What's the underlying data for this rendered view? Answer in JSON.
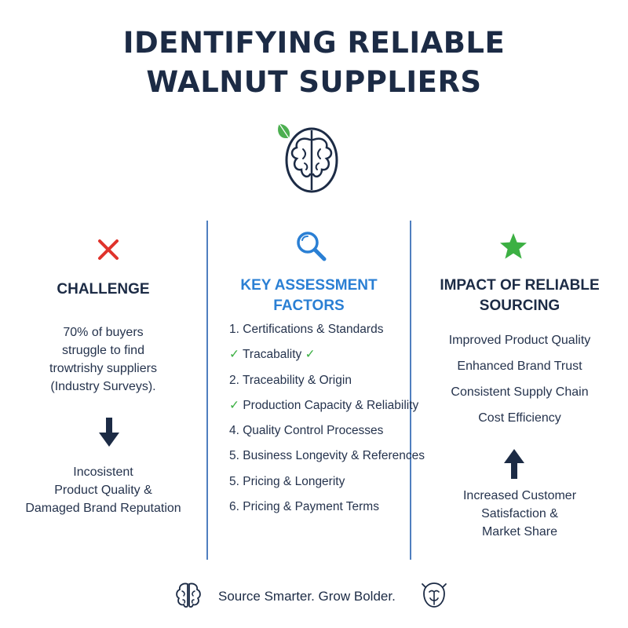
{
  "title": {
    "line1": "IDENTIFYING RELIABLE",
    "line2": "WALNUT SUPPLIERS"
  },
  "hero_icon": "walnut-icon",
  "colors": {
    "navy": "#1c2b45",
    "blue": "#2a7fd4",
    "red": "#e0332c",
    "green": "#3cb043",
    "divider": "#4f7fbf"
  },
  "challenge": {
    "icon": "x-icon",
    "heading": "CHALLENGE",
    "stat_lines": [
      "70% of buyers",
      "struggle to find",
      "trowtrishy suppliers",
      "(Industry Surveys)."
    ],
    "arrow_icon": "arrow-down-icon",
    "result_lines": [
      "Incosistent",
      "Product Quality &",
      "Damaged Brand Reputation"
    ]
  },
  "factors": {
    "icon": "magnifier-icon",
    "heading_line1": "KEY ASSESSMENT",
    "heading_line2": "FACTORS",
    "items": [
      {
        "prefix": "1.",
        "text": "Certifications & Standards",
        "suffix": ""
      },
      {
        "prefix": "✓",
        "text": "Tracabality",
        "suffix": "✓"
      },
      {
        "prefix": "2.",
        "text": "Traceability & Origin",
        "suffix": ""
      },
      {
        "prefix": "✓",
        "text": "Production Capacity & Reliability",
        "suffix": ""
      },
      {
        "prefix": "4.",
        "text": "Quality Control Processes",
        "suffix": ""
      },
      {
        "prefix": "5.",
        "text": "Business Longevity & References",
        "suffix": ""
      },
      {
        "prefix": "5.",
        "text": "Pricing & Longerity",
        "suffix": ""
      },
      {
        "prefix": "6.",
        "text": "Pricing & Payment Terms",
        "suffix": ""
      }
    ]
  },
  "impact": {
    "icon": "star-icon",
    "heading_line1": "IMPACT OF RELIABLE",
    "heading_line2": "SOURCING",
    "items": [
      "Improved Product Quality",
      "Enhanced Brand Trust",
      "Consistent Supply Chain",
      "Cost Efficiency"
    ],
    "arrow_icon": "arrow-up-icon",
    "result_lines": [
      "Increased Customer",
      "Satisfaction &",
      "Market Share"
    ]
  },
  "footer": {
    "left_icon": "brain-icon",
    "text": "Source Smarter. Grow Bolder.",
    "right_icon": "walnut-outline-icon"
  }
}
